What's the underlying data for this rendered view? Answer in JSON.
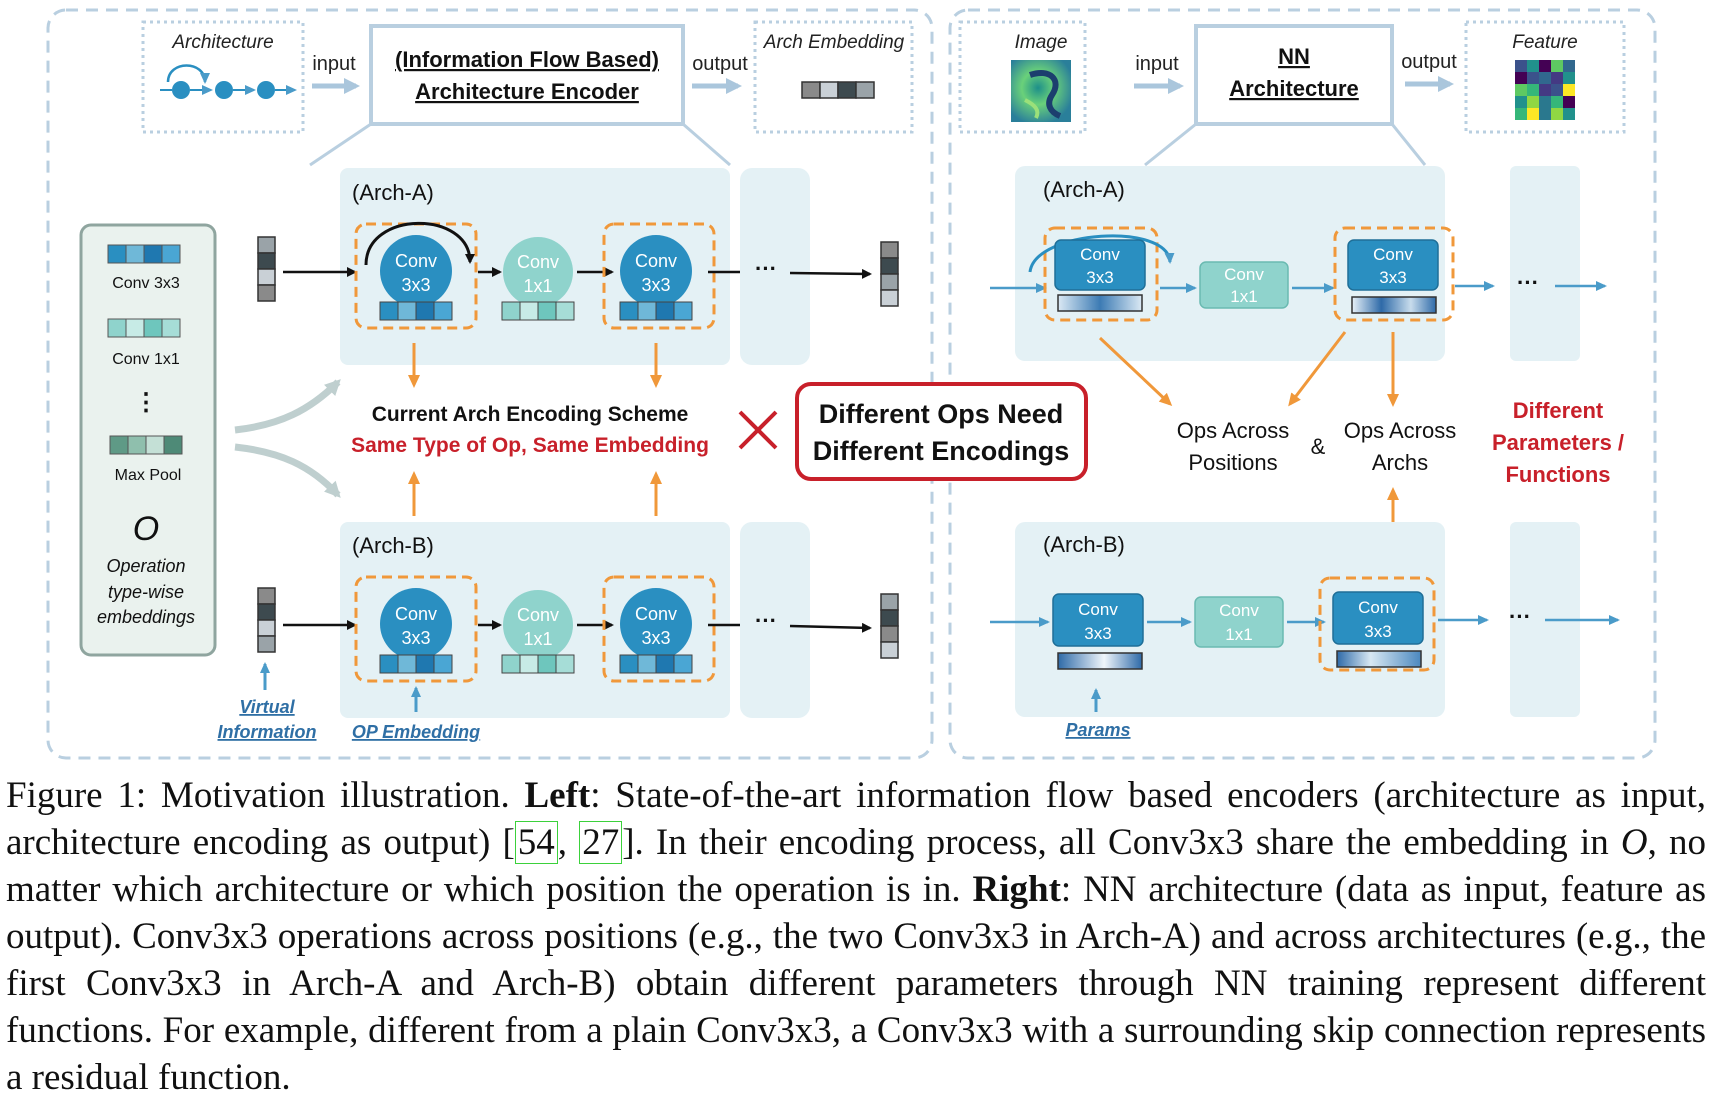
{
  "left_panel": {
    "top_row": {
      "architecture_label": "Architecture",
      "input_label": "input",
      "encoder_line1": "(Information Flow Based)",
      "encoder_line2": "Architecture Encoder",
      "output_label": "output",
      "embedding_label": "Arch Embedding"
    },
    "legend": {
      "items": [
        "Conv 3x3",
        "Conv 1x1",
        "⋮",
        "Max Pool"
      ],
      "symbol": "O",
      "desc": [
        "Operation",
        "type-wise",
        "embeddings"
      ]
    },
    "arch_a_label": "(Arch-A)",
    "arch_b_label": "(Arch-B)",
    "ops": {
      "conv3_l1": "Conv",
      "conv3_l2": "3x3",
      "conv1_l1": "Conv",
      "conv1_l2": "1x1",
      "ellipsis": "···"
    },
    "scheme_title": "Current Arch Encoding Scheme",
    "scheme_sub": "Same Type of Op, Same Embedding",
    "virtual_l1": "Virtual",
    "virtual_l2": "Information",
    "op_embedding": "OP Embedding"
  },
  "center_box": {
    "line1": "Different Ops Need",
    "line2": "Different Encodings"
  },
  "right_panel": {
    "top_row": {
      "image_label": "Image",
      "input_label": "input",
      "nn_line1": "NN",
      "nn_line2": "Architecture",
      "output_label": "output",
      "feature_label": "Feature"
    },
    "arch_a_label": "(Arch-A)",
    "arch_b_label": "(Arch-B)",
    "ops_positions_l1": "Ops Across",
    "ops_positions_l2": "Positions",
    "amp": "&",
    "ops_archs_l1": "Ops Across",
    "ops_archs_l2": "Archs",
    "diff_l1": "Different",
    "diff_l2": "Parameters /",
    "diff_l3": "Functions",
    "params": "Params"
  },
  "caption": {
    "prefix": "Figure 1: Motivation illustration. ",
    "left_bold": "Left",
    "part1": ": State-of-the-art information flow based encoders (architecture as input, architecture encoding as output) [",
    "ref1": "54",
    "sep": ", ",
    "ref2": "27",
    "part2": "]. In their encoding process, all Conv3x3 share the embedding in ",
    "o_symbol": "O",
    "part3": ", no matter which architecture or which position the operation is in. ",
    "right_bold": "Right",
    "part4": ": NN architecture (data as input, feature as output). Conv3x3 operations across positions (e.g., the two Conv3x3 in Arch-A) and across architectures (e.g., the first Conv3x3 in Arch-A and Arch-B) obtain different parameters through NN training represent different functions. For example, different from a plain Conv3x3, a Conv3x3 with a surrounding skip connection represents a residual function."
  },
  "colors": {
    "panel_border": "#b9cfe0",
    "light_bg": "#e4f1f5",
    "conv3": "#2a8fc1",
    "conv1": "#8fd3cc",
    "orange": "#f0983a",
    "red": "#c8202a",
    "arrow_blue": "#4a9bc9",
    "link_blue": "#2f6fa5"
  }
}
